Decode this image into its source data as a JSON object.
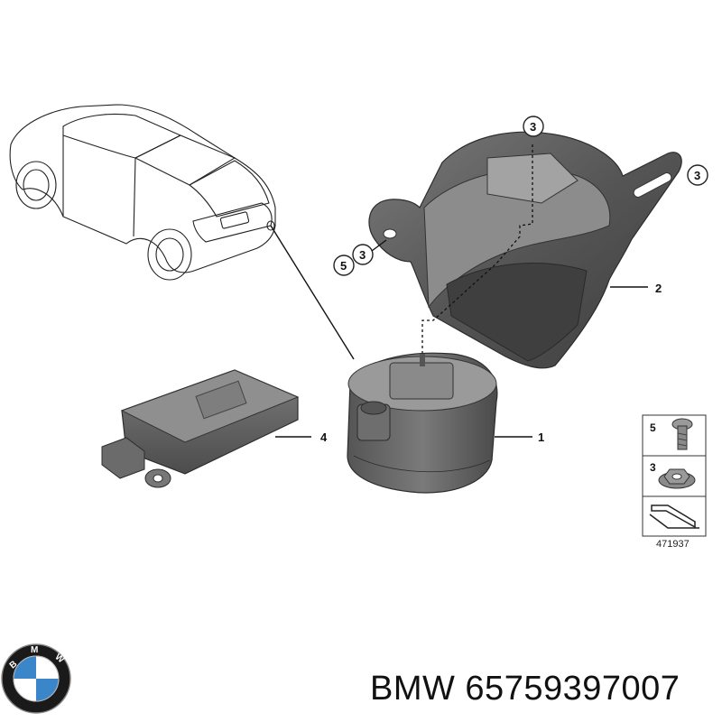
{
  "diagram": {
    "callouts": [
      {
        "id": "c1",
        "label": "1"
      },
      {
        "id": "c2",
        "label": "2"
      },
      {
        "id": "c3a",
        "label": "3"
      },
      {
        "id": "c3b",
        "label": "3"
      },
      {
        "id": "c3c",
        "label": "3"
      },
      {
        "id": "c4",
        "label": "4"
      },
      {
        "id": "c5",
        "label": "5"
      }
    ],
    "legend": {
      "rows": [
        {
          "label": "5",
          "icon": "bolt-icon"
        },
        {
          "label": "3",
          "icon": "nut-icon"
        }
      ],
      "bottom_icon": "arrow-fold-icon",
      "drawing_number": "471937"
    }
  },
  "footer": {
    "logo": "BMW",
    "brand_part": "BMW 65759397007"
  },
  "colors": {
    "part_dark": "#4a4a4a",
    "part_mid": "#6b6b6b",
    "part_light": "#8a8a8a",
    "logo_blue": "#3a86c8"
  }
}
